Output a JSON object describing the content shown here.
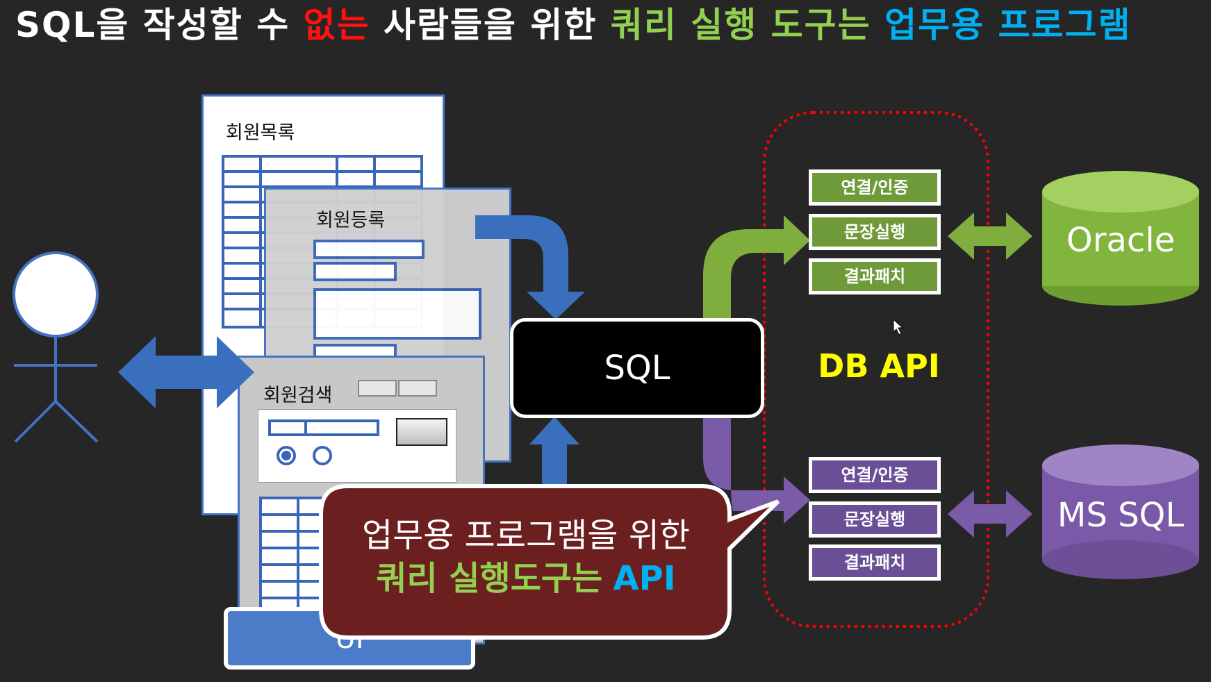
{
  "title": {
    "part1": "SQL을 작성할 수 ",
    "part2": "없는",
    "part3": " 사람들을 위한 ",
    "part4": "쿼리 실행 도구는",
    "part5": " 업무용 프로그램"
  },
  "windows": {
    "member_list": "회원목록",
    "member_register": "회원등록",
    "member_search": "회원검색",
    "ui_label": "UI"
  },
  "sql_label": "SQL",
  "db_api_label": "DB API",
  "oracle_api": [
    "연결/인증",
    "문장실행",
    "결과패치"
  ],
  "mssql_api": [
    "연결/인증",
    "문장실행",
    "결과패치"
  ],
  "databases": {
    "oracle": "Oracle",
    "mssql": "MS SQL"
  },
  "callout": {
    "line1": "업무용 프로그램을 위한",
    "line2_green": "쿼리 실행도구는",
    "line2_blue": "API"
  },
  "colors": {
    "background": "#262626",
    "blue": "#4472c4",
    "green": "#92d050",
    "purple": "#8064a2",
    "red_dotted": "#ff0000",
    "callout_bg": "#6b1f1f",
    "db_api_text": "#ffff00"
  }
}
